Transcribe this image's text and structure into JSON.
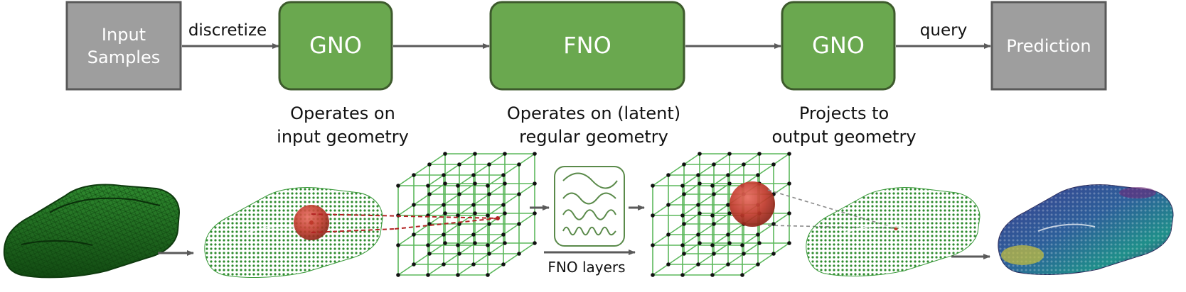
{
  "pipeline": {
    "input": [
      "Input",
      "Samples"
    ],
    "gno_in": "GNO",
    "fno": "FNO",
    "gno_out": "GNO",
    "prediction": "Prediction",
    "edge_discretize": "discretize",
    "edge_query": "query"
  },
  "captions": {
    "gno_in": [
      "Operates on",
      "input geometry"
    ],
    "fno": [
      "Operates on (latent)",
      "regular geometry"
    ],
    "gno_out": [
      "Projects to",
      "output geometry"
    ]
  },
  "fno_layers_label": "FNO layers",
  "colors": {
    "green_fill": "#6aa84f",
    "green_stroke": "#3d5a2c",
    "gray_fill": "#9e9e9e",
    "gray_stroke": "#595959",
    "mesh_green": "#1d6b1d",
    "lattice_green": "#5cb85c",
    "sphere_red": "#c0392b",
    "arrow_gray": "#5a5a5a"
  }
}
